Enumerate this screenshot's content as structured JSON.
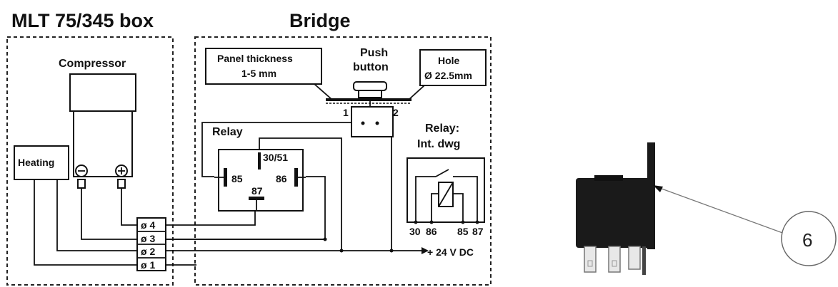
{
  "diagram": {
    "mlt_box_title": "MLT 75/345 box",
    "bridge_title": "Bridge",
    "compressor_label": "Compressor",
    "heating_label": "Heating",
    "minus_symbol": "⊖",
    "plus_symbol": "⊕",
    "panel_thickness_label": "Panel thickness",
    "panel_thickness_value": "1-5 mm",
    "push_button_label_1": "Push",
    "push_button_label_2": "button",
    "hole_label": "Hole",
    "hole_value": "Ø 22.5mm",
    "switch_pin_1": "1",
    "switch_pin_2": "2",
    "relay_label": "Relay",
    "relay_pin_3051": "30/51",
    "relay_pin_85": "85",
    "relay_pin_86": "86",
    "relay_pin_87": "87",
    "relay_int_label_1": "Relay:",
    "relay_int_label_2": "Int. dwg",
    "int_pin_30": "30",
    "int_pin_86": "86",
    "int_pin_85": "85",
    "int_pin_87": "87",
    "terminal_4": "ø 4",
    "terminal_3": "ø 3",
    "terminal_2": "ø 2",
    "terminal_1": "ø 1",
    "supply_label": "+ 24 V DC"
  },
  "photo": {
    "callout_number": "6"
  }
}
